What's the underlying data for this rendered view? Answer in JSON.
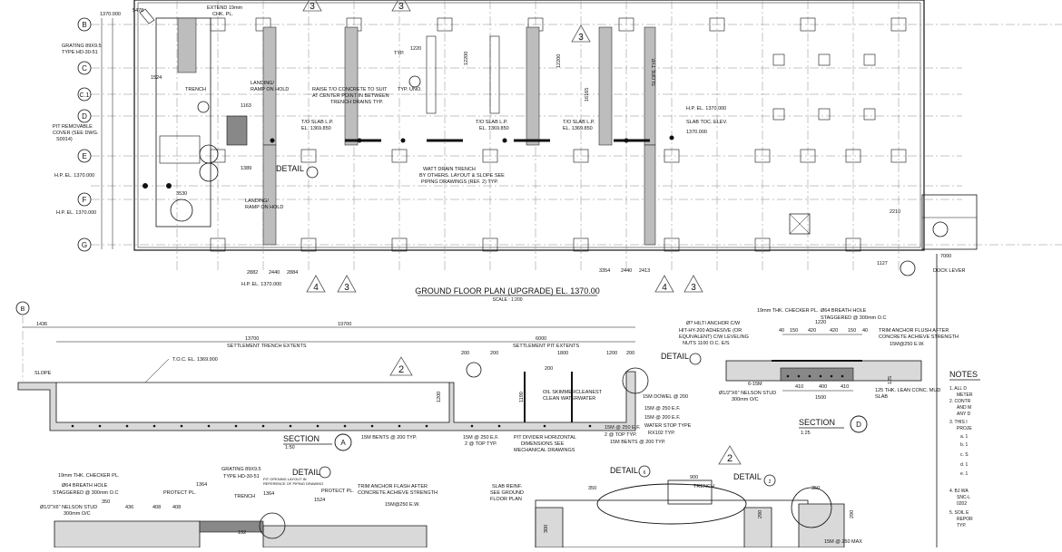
{
  "colors": {
    "ink": "#111111",
    "paper": "#ffffff",
    "hatch": "#bdbdbd"
  },
  "grid_bubbles": [
    "B",
    "C",
    "C.1",
    "D",
    "E",
    "F",
    "G"
  ],
  "plan": {
    "title": "GROUND FLOOR PLAN (UPGRADE) EL. 1370.00",
    "scale": "SCALE : 1:200",
    "hold": "HOLD",
    "notes": {
      "extend_pl": "EXTEND 19mm",
      "chk_pl": "CHK. PL.",
      "el_top": "1370.000",
      "grating": "GRATING 89X9.5",
      "grating_type": "TYPE HD-30-51",
      "trench": "TRENCH",
      "landing_top": "LANDING/",
      "landing_top2": "RAMP ON HOLD",
      "landing_bot": "LANDING/",
      "landing_bot2": "RAMP ON HOLD",
      "pit_cover": "PIT REMOVABLE",
      "pit_cover2": "COVER (SEE DWG.",
      "pit_cover3": "S0014)",
      "hp1": "H.P. EL. 1370.000",
      "hp2": "H.P. EL. 1370.000",
      "hp3": "H.P. EL. 1370.000",
      "hp4": "H.P. EL. 1370.000",
      "raise1": "RAISE T/O CONCRETE TO SUIT",
      "raise2": "AT CENTER POINT IN BETWEEN",
      "raise3": "TRENCH DRAINS TYP.",
      "tos1": "T/O SLAB L.P.",
      "tos1b": "EL. 1369.850",
      "tos2": "T/O SLAB L.P.",
      "tos2b": "EL. 1369.850",
      "tos3": "T/O SLAB L.P.",
      "tos3b": "EL. 1369.850",
      "watt1": "WATT DRAIN TRENCH",
      "watt2": "BY OTHERS. LAYOUT & SLOPE SEE",
      "watt3": "PIPING DRAWINGS (REF. 2) TYP.",
      "slab_toc": "SLAB TOC. ELEV.",
      "slab_toc2": "1370.000",
      "typ_uno": "TYP. UNO.",
      "typ": "TYP.",
      "slope_typ": "SLOPE TYP.",
      "dock": "DOCK LEVER",
      "detail": "DETAIL",
      "dim_1220": "1220",
      "dim_12200": "12200",
      "dim_16165": "16165",
      "dim_2882": "2882",
      "dim_2440": "2440",
      "dim_2884": "2884",
      "dim_3354": "3354",
      "dim_2440b": "2440",
      "dim_2413": "2413",
      "dim_7000": "7000",
      "dim_2210": "2210",
      "dim_1127": "1127",
      "dim_1389": "1389",
      "dim_3530": "3530",
      "dim_1163": "1163",
      "dim_1524": "1524",
      "dim_5478": "5478"
    },
    "revision_marks": [
      "4",
      "3",
      "4",
      "3",
      "3",
      "3",
      "3"
    ]
  },
  "section_a": {
    "label": "SECTION",
    "id": "A",
    "scale": "1:50",
    "dims": {
      "d1436": "1436",
      "d19700": "19700",
      "d13700": "13700",
      "d6000": "6000",
      "d1800": "1800",
      "d200a": "200",
      "d200b": "200",
      "d200c": "200",
      "d1200": "1200",
      "d200d": "200",
      "d1200v": "1200",
      "d1190": "1190"
    },
    "settle_trench": "SETTLEMENT TRENCH EXTENTS",
    "settle_pit": "SETTLEMENT PIT EXTENTS",
    "toc": "T.O.C. EL. 1369.900",
    "slope": "SLOPE",
    "oil1": "OIL SKIMMER",
    "oil2": "CLEAN WATER",
    "cleanest1": "CLEANEST",
    "cleanest2": "WATER",
    "dowel": "15M DOWEL @ 200",
    "ef1": "15M @ 250 E.F.",
    "ef2": "15M @ 200 E.F.",
    "stop1": "WATER STOP TYPE",
    "stop2": "RX102 TYP.",
    "bents1": "15M BENTS @ 200 TYP.",
    "ef3": "15M @ 250 E.F.",
    "top1": "2 @ TOP TYP.",
    "divider1": "PIT DIVIDER HORIZONTAL",
    "divider2": "DIMENSIONS SEE",
    "divider3": "MECHANICAL DRAWINGS",
    "ef4": "15M @ 250 E.F.",
    "top2": "2 @ TOP TYP.",
    "bents2": "15M BENTS @ 200 TYP.",
    "detail": "DETAIL",
    "rev": "2"
  },
  "section_d": {
    "label": "SECTION",
    "id": "D",
    "scale": "1:25",
    "checker": "19mm THK. CHECKER PL.",
    "breath": "Ø64 BREATH HOLE",
    "breath2": "STAGGERED @ 300mm O.C",
    "hilti1": "Ø? HILTI ANCHOR C/W",
    "hilti2": "HIT-HY-200 ADHESIVE (OR",
    "hilti3": "EQUIVALENT) C/W LEVELING",
    "hilti4": "NUTS 1100 O.C. E/S",
    "trim1": "TRIM ANCHOR FLUSH AFTER",
    "trim2": "CONCRETE ACHIEVE STRENGTH",
    "ew": "15M@250 E.W.",
    "m6": "6-15M",
    "nelson1": "Ø1/2\"X6\" NELSON STUD",
    "nelson2": "300mm O/C",
    "lean1": "125 THK. LEAN CONC. MUD",
    "lean2": "SLAB",
    "dims": {
      "d1220": "1220",
      "d40": "40",
      "d150a": "150",
      "d420a": "420",
      "d420b": "420",
      "d150b": "150",
      "d40b": "40",
      "d410a": "410",
      "d400": "400",
      "d410b": "410",
      "d1500": "1500",
      "d125": "125"
    }
  },
  "notes_panel": {
    "heading": "NOTES",
    "items": [
      "1.  ALL D",
      "METER",
      "2.  CONTR",
      "AND M",
      "ANY D",
      "3.  THIS I",
      "PROJE",
      "a.  1",
      "b.  1",
      "c.  S",
      "d.  1",
      "e.  1",
      "4.  BJ WA",
      "SNC-L",
      "0202",
      "5.  SOIL E",
      "REPOR",
      "TYP."
    ]
  },
  "detail_left": {
    "checker": "19mm THK. CHECKER PL.",
    "breath": "Ø64 BREATH HOLE",
    "breath2": "STAGGERED @ 300mm O.C",
    "nelson": "Ø1/2\"X6\" NELSON STUD",
    "nelson2": "300mm O/C",
    "protect1": "PROTECT PL.",
    "grating": "GRATING 89X9.5",
    "grating2": "TYPE HD-30-51",
    "detail": "DETAIL",
    "pit_open1": "PIT OPENING LAYOUT IN",
    "pit_open2": "REFERENCE OF PIPING DRAWING",
    "trench": "TRENCH",
    "protect2": "PROTECT PL.",
    "trim1": "TRIM ANCHOR FLASH AFTER",
    "trim2": "CONCRETE ACHIEVE STRENGTH",
    "ew": "15M@250 E.W.",
    "dims": {
      "d350": "350",
      "d436": "436",
      "d408a": "408",
      "d408b": "408",
      "d1364a": "1364",
      "d1364b": "1364",
      "d1524": "1524",
      "d192": "192"
    }
  },
  "detail_mid": {
    "detail": "DETAIL",
    "id": "6",
    "reinf1": "SLAB REINF.",
    "reinf2": "SEE GROUND",
    "reinf3": "FLOOR PLAN",
    "trench": "TRENCH",
    "d900": "900",
    "d350": "350",
    "d290": "290",
    "d300": "300",
    "rev": "2"
  },
  "detail_right": {
    "detail": "DETAIL",
    "id": "2",
    "d350": "350",
    "d290": "290",
    "max": "15M @ 250 MAX"
  }
}
